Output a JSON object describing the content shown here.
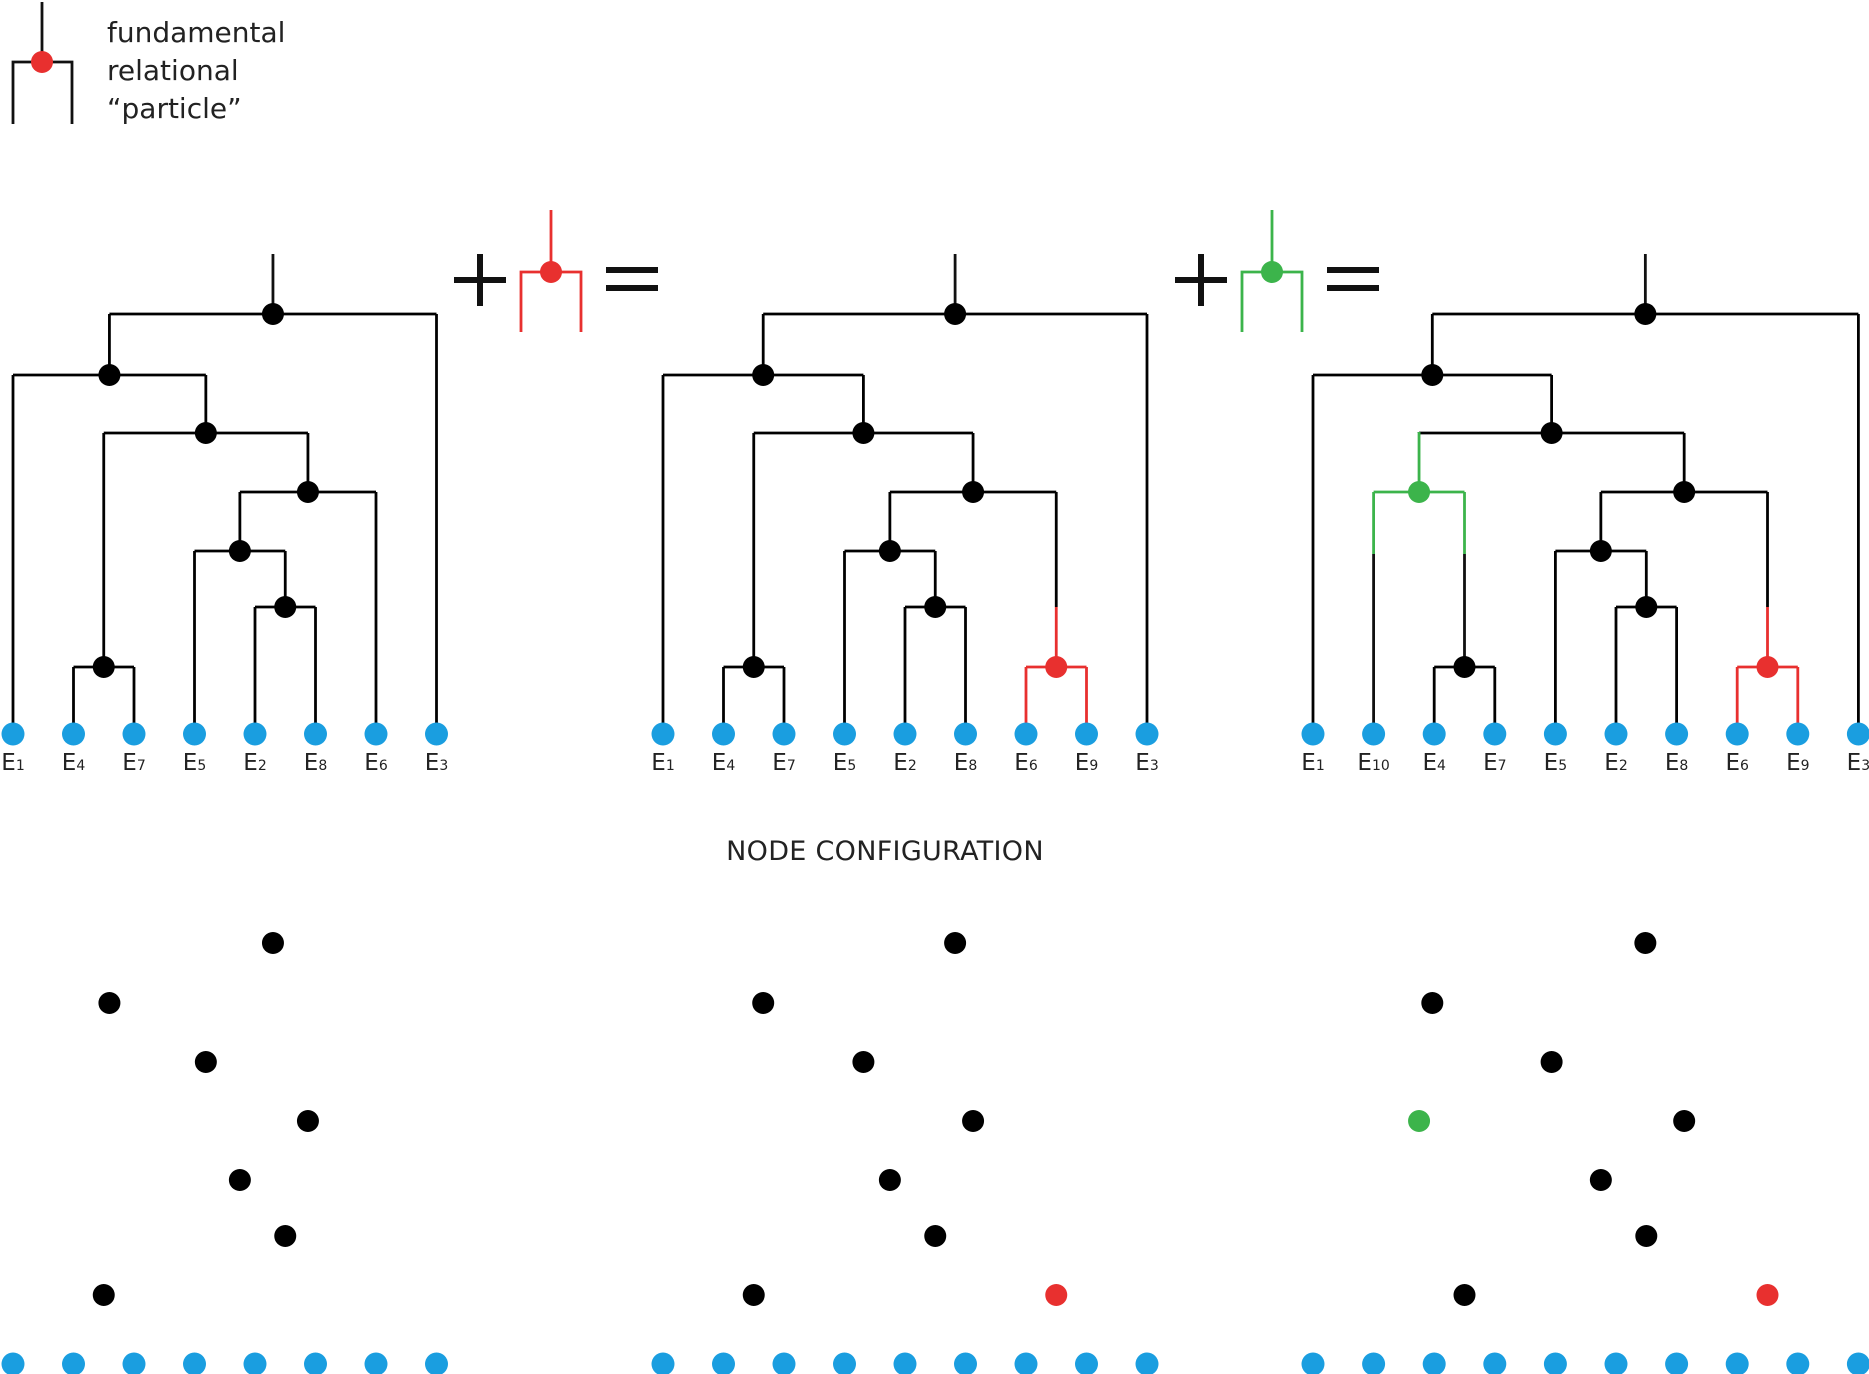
{
  "colors": {
    "edge": "#111111",
    "node": "#000000",
    "leaf": "#1a9ee0",
    "red": "#e8302f",
    "green": "#3cb44b",
    "operator": "#111111"
  },
  "legend": {
    "lines": [
      "fundamental",
      "relational",
      "“particle”"
    ],
    "particle_color": "red"
  },
  "operators": [
    {
      "plus": "+",
      "particle_color": "red",
      "equals": "="
    },
    {
      "plus": "+",
      "particle_color": "green",
      "equals": "="
    }
  ],
  "config_title": "NODE CONFIGURATION",
  "trees": [
    {
      "leaves": [
        {
          "label": "E",
          "sub": "1"
        },
        {
          "label": "E",
          "sub": "4"
        },
        {
          "label": "E",
          "sub": "7"
        },
        {
          "label": "E",
          "sub": "5"
        },
        {
          "label": "E",
          "sub": "2"
        },
        {
          "label": "E",
          "sub": "8"
        },
        {
          "label": "E",
          "sub": "6"
        },
        {
          "label": "E",
          "sub": "3"
        }
      ],
      "nodes": [
        {
          "id": "A",
          "level": 0,
          "color": "black",
          "children": [
            "B",
            "L7"
          ]
        },
        {
          "id": "B",
          "level": 1,
          "color": "black",
          "children": [
            "L0",
            "C"
          ]
        },
        {
          "id": "C",
          "level": 2,
          "color": "black",
          "children": [
            "G",
            "D"
          ]
        },
        {
          "id": "D",
          "level": 3,
          "color": "black",
          "children": [
            "E",
            "L6"
          ]
        },
        {
          "id": "E",
          "level": 4,
          "color": "black",
          "children": [
            "L3",
            "F"
          ]
        },
        {
          "id": "F",
          "level": 5,
          "color": "black",
          "children": [
            "L4",
            "L5"
          ]
        },
        {
          "id": "G",
          "level": 6,
          "color": "black",
          "children": [
            "L1",
            "L2"
          ]
        }
      ]
    },
    {
      "leaves": [
        {
          "label": "E",
          "sub": "1"
        },
        {
          "label": "E",
          "sub": "4"
        },
        {
          "label": "E",
          "sub": "7"
        },
        {
          "label": "E",
          "sub": "5"
        },
        {
          "label": "E",
          "sub": "2"
        },
        {
          "label": "E",
          "sub": "8"
        },
        {
          "label": "E",
          "sub": "6"
        },
        {
          "label": "E",
          "sub": "9"
        },
        {
          "label": "E",
          "sub": "3"
        }
      ],
      "nodes": [
        {
          "id": "A",
          "level": 0,
          "color": "black",
          "children": [
            "B",
            "L8"
          ]
        },
        {
          "id": "B",
          "level": 1,
          "color": "black",
          "children": [
            "L0",
            "C"
          ]
        },
        {
          "id": "C",
          "level": 2,
          "color": "black",
          "children": [
            "G",
            "D"
          ]
        },
        {
          "id": "D",
          "level": 3,
          "color": "black",
          "children": [
            "E",
            "R"
          ]
        },
        {
          "id": "E",
          "level": 4,
          "color": "black",
          "children": [
            "L3",
            "F"
          ]
        },
        {
          "id": "F",
          "level": 5,
          "color": "black",
          "children": [
            "L4",
            "L5"
          ]
        },
        {
          "id": "G",
          "level": 6,
          "color": "black",
          "children": [
            "L1",
            "L2"
          ]
        },
        {
          "id": "R",
          "level": 6,
          "color": "red",
          "children": [
            "L6",
            "L7"
          ]
        }
      ]
    },
    {
      "leaves": [
        {
          "label": "E",
          "sub": "1"
        },
        {
          "label": "E",
          "sub": "10"
        },
        {
          "label": "E",
          "sub": "4"
        },
        {
          "label": "E",
          "sub": "7"
        },
        {
          "label": "E",
          "sub": "5"
        },
        {
          "label": "E",
          "sub": "2"
        },
        {
          "label": "E",
          "sub": "8"
        },
        {
          "label": "E",
          "sub": "6"
        },
        {
          "label": "E",
          "sub": "9"
        },
        {
          "label": "E",
          "sub": "3"
        }
      ],
      "nodes": [
        {
          "id": "A",
          "level": 0,
          "color": "black",
          "children": [
            "B",
            "L9"
          ]
        },
        {
          "id": "B",
          "level": 1,
          "color": "black",
          "children": [
            "L0",
            "C"
          ]
        },
        {
          "id": "C",
          "level": 2,
          "color": "black",
          "children": [
            "Q",
            "D"
          ]
        },
        {
          "id": "Q",
          "level": 3,
          "color": "green",
          "children": [
            "L1",
            "G"
          ]
        },
        {
          "id": "D",
          "level": 3,
          "color": "black",
          "children": [
            "E",
            "R"
          ]
        },
        {
          "id": "E",
          "level": 4,
          "color": "black",
          "children": [
            "L4",
            "F"
          ]
        },
        {
          "id": "F",
          "level": 5,
          "color": "black",
          "children": [
            "L5",
            "L6"
          ]
        },
        {
          "id": "G",
          "level": 6,
          "color": "black",
          "children": [
            "L2",
            "L3"
          ]
        },
        {
          "id": "R",
          "level": 6,
          "color": "red",
          "children": [
            "L7",
            "L8"
          ]
        }
      ]
    }
  ]
}
